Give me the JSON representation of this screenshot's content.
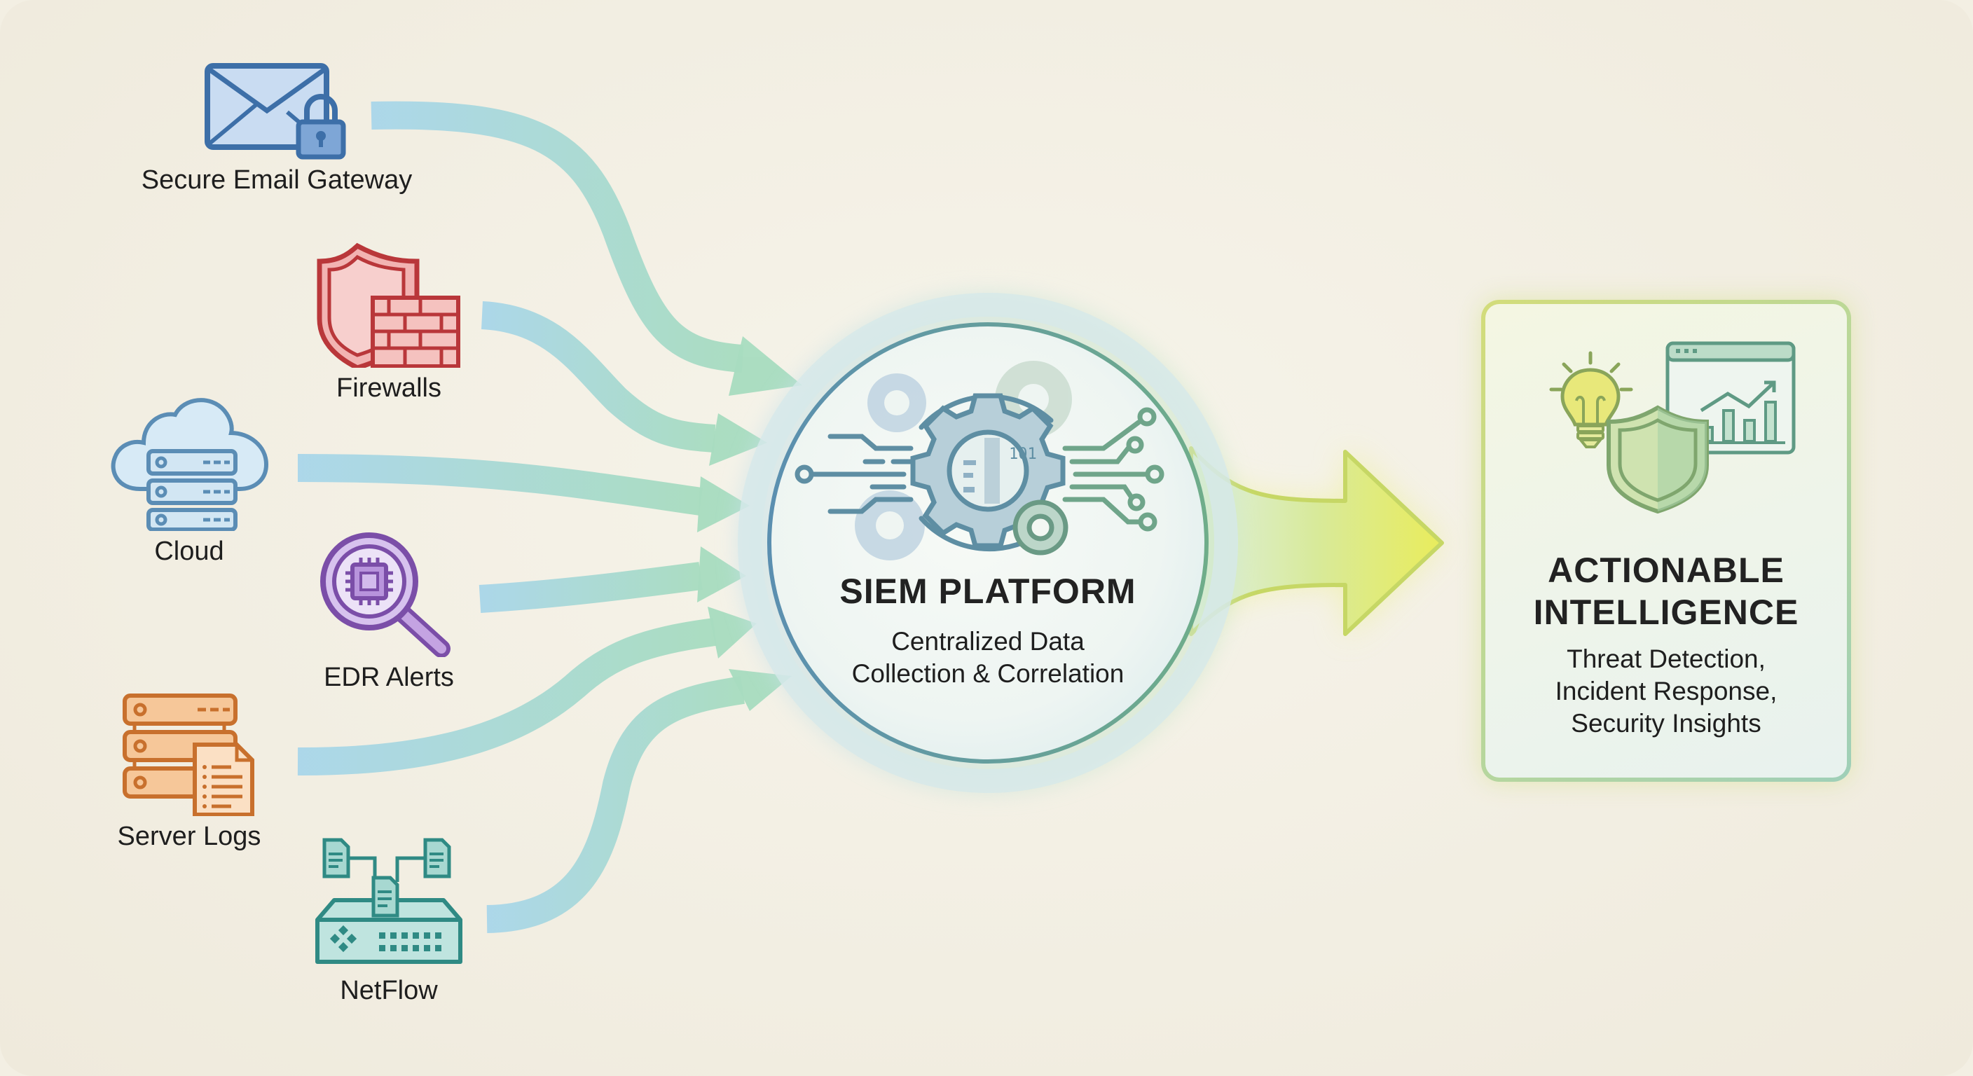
{
  "diagram": {
    "title": "SIEM data flow",
    "sources": [
      {
        "id": "email",
        "label": "Secure Email Gateway",
        "icon": "envelope-lock-icon",
        "color": "#3d6fa8"
      },
      {
        "id": "firewalls",
        "label": "Firewalls",
        "icon": "shield-brick-wall-icon",
        "color": "#b9373a"
      },
      {
        "id": "cloud",
        "label": "Cloud",
        "icon": "cloud-server-icon",
        "color": "#5b8db5"
      },
      {
        "id": "edr",
        "label": "EDR Alerts",
        "icon": "magnifier-chip-icon",
        "color": "#7b4ea8"
      },
      {
        "id": "server_logs",
        "label": "Server Logs",
        "icon": "server-document-icon",
        "color": "#c8702d"
      },
      {
        "id": "netflow",
        "label": "NetFlow",
        "icon": "network-switch-documents-icon",
        "color": "#2f8a84"
      }
    ],
    "hub": {
      "title": "SIEM PLATFORM",
      "subtitle_line1": "Centralized Data",
      "subtitle_line2": "Collection & Correlation",
      "icon": "gears-circuit-icon",
      "ring_color": "#5f93a8"
    },
    "output": {
      "title_line1": "ACTIONABLE",
      "title_line2": "INTELLIGENCE",
      "desc_line1": "Threat Detection,",
      "desc_line2": "Incident Response,",
      "desc_line3": "Security Insights",
      "icons": [
        "lightbulb-icon",
        "shield-icon",
        "dashboard-chart-icon"
      ],
      "border_color": "#c9d97c"
    },
    "colors": {
      "background": "#f3efe3",
      "flow_start": "#a9d6ea",
      "flow_end": "#a8dcc0",
      "output_arrow": "#e2e86a"
    }
  }
}
